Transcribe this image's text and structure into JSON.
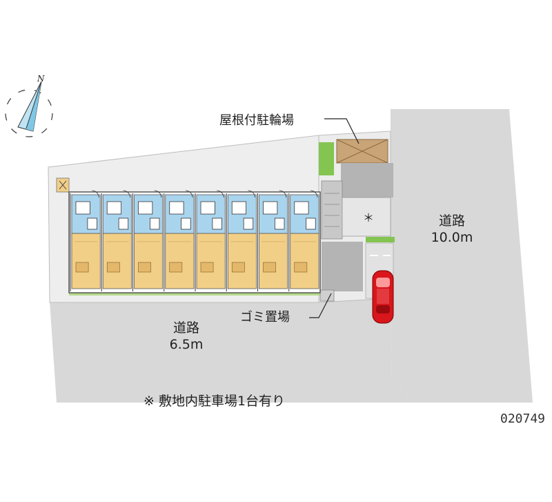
{
  "compass": {
    "north_label": "N"
  },
  "roads": {
    "bottom": {
      "name": "道路",
      "width": "6.5m"
    },
    "right": {
      "name": "道路",
      "width": "10.0m"
    }
  },
  "labels": {
    "bicycle_parking": "屋根付駐輪場",
    "garbage": "ゴミ置場",
    "parking_mark": "＊"
  },
  "note": "※ 敷地内駐車場1台有り",
  "property_code": "020749",
  "units": {
    "count": 8
  },
  "colors": {
    "road": "#d8d8d8",
    "site": "#eeeeee",
    "floor": "#f2cf86",
    "wet_area": "#a9d4ee",
    "car": "#d8161c",
    "green": "#84c451",
    "roof_parking": "#c9a477"
  }
}
